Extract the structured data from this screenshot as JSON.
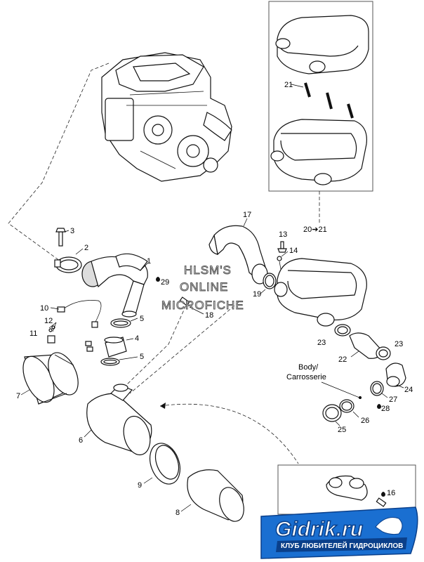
{
  "watermark": {
    "line1": "HLSM'S",
    "line2": "ONLINE",
    "line3": "MICROFICHE"
  },
  "body_label": {
    "line1": "Body/",
    "line2": "Carrosserie"
  },
  "logo": {
    "main": "Gidrik.ru",
    "sub": "КЛУБ ЛЮБИТЕЛЕЙ ГИДРОЦИКЛОВ",
    "color": "#1a6fd1"
  },
  "callouts": {
    "c1": "1",
    "c2": "2",
    "c3": "3",
    "c4": "4",
    "c5a": "5",
    "c5b": "5",
    "c6": "6",
    "c7": "7",
    "c8": "8",
    "c9": "9",
    "c10": "10",
    "c11": "11",
    "c12": "12",
    "c13": "13",
    "c14": "14",
    "c16": "16",
    "c17": "17",
    "c18": "18",
    "c19": "19",
    "c2021": "20➔21",
    "c21": "21",
    "c22": "22",
    "c23a": "23",
    "c23b": "23",
    "c24": "24",
    "c25": "25",
    "c26": "26",
    "c27": "27",
    "c28": "28",
    "c29": "29"
  }
}
